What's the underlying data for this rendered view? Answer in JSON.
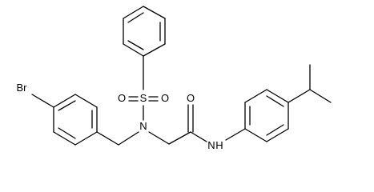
{
  "molecule": {
    "atoms": {
      "br": "Br",
      "s": "S",
      "o_left": "O",
      "o_right": "O",
      "n_sulfonamide": "N",
      "o_carbonyl": "O",
      "n_amide": "N",
      "h_amide": "H"
    }
  }
}
